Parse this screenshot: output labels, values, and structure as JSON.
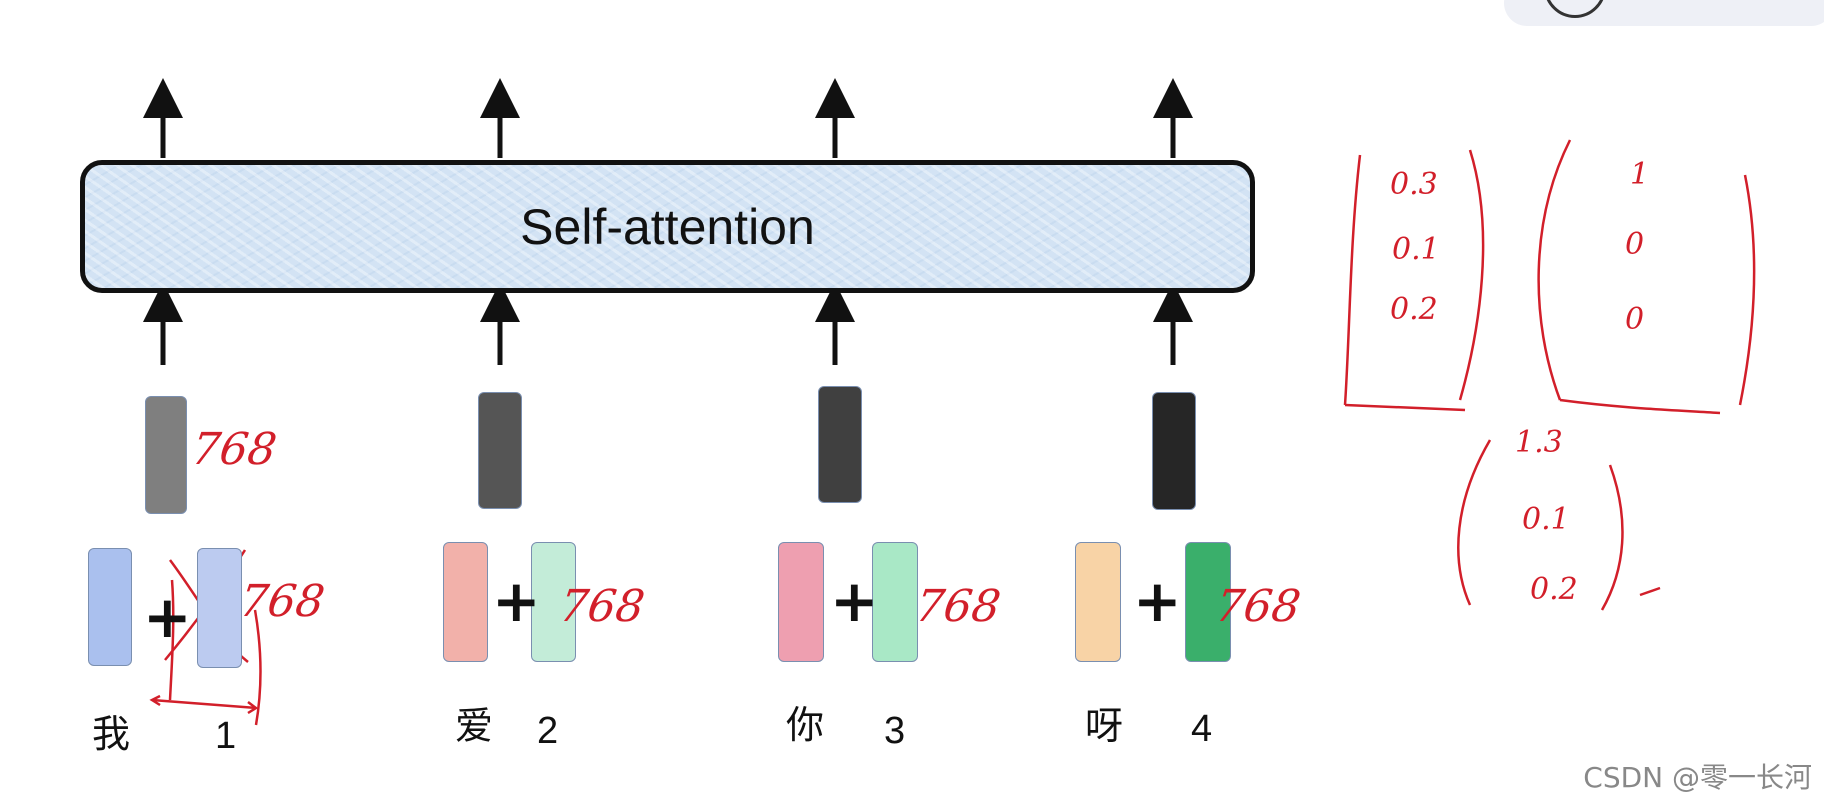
{
  "block_label": "Self-attention",
  "tokens": [
    {
      "word": "我",
      "position": "1",
      "pos_color": "#bccbf0",
      "word_color": "#aac0ee",
      "output_color": "#7f7f7f",
      "dim_note": "768",
      "sum_note": "768"
    },
    {
      "word": "爱",
      "position": "2",
      "pos_color": "#c3ecd8",
      "word_color": "#f2b1aa",
      "output_color": "#555555",
      "dim_note": "",
      "sum_note": "768"
    },
    {
      "word": "你",
      "position": "3",
      "pos_color": "#a9e8c6",
      "word_color": "#ee9fb0",
      "output_color": "#404040",
      "dim_note": "",
      "sum_note": "768"
    },
    {
      "word": "呀",
      "position": "4",
      "pos_color": "#3aaf6b",
      "word_color": "#f8d3a6",
      "output_color": "#262626",
      "dim_note": "",
      "sum_note": "768"
    }
  ],
  "plus_sign": "+",
  "annotations": {
    "vector_a": [
      "0.3",
      "0.1",
      "0.2"
    ],
    "vector_b": [
      "1",
      "0",
      "0"
    ],
    "vector_sum": [
      "1.3",
      "0.1",
      "0.2"
    ]
  },
  "watermark": "CSDN @零一长河",
  "colors": {
    "ink_red": "#d21f2a",
    "box_fill": "#d3e3f4",
    "box_border": "#111111"
  }
}
